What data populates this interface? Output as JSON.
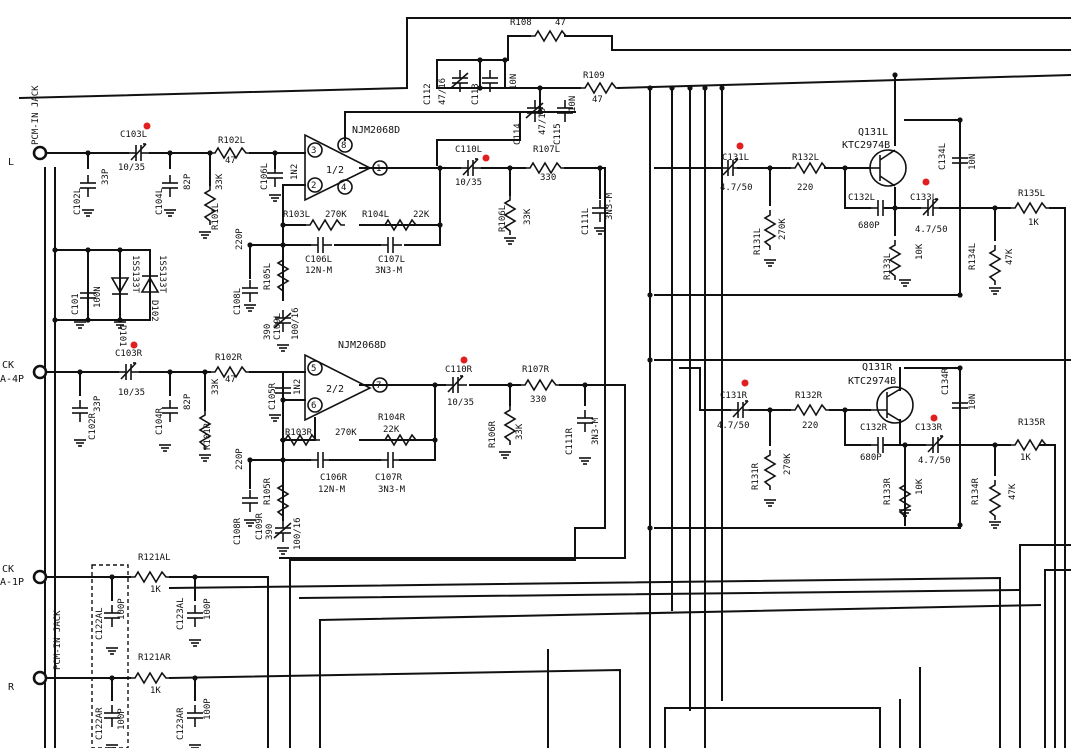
{
  "jacks": {
    "pcm_top": "PCM-IN JACK",
    "pcm_bottom": "PCM-IN JACK",
    "l": "L",
    "r": "R",
    "ck_a": "CK",
    "ck_a_sub": "A-4P",
    "ck_b": "CK",
    "ck_b_sub": "A-1P"
  },
  "ics": {
    "top_name": "NJM2068D",
    "top_section": "1/2",
    "bottom_name": "NJM2068D",
    "bottom_section": "2/2",
    "pins_top": [
      "3",
      "2",
      "8",
      "4",
      "1"
    ],
    "pins_bottom": [
      "5",
      "6",
      "7"
    ]
  },
  "transistors": {
    "q131l_ref": "Q131L",
    "q131l_type": "KTC2974B",
    "q131r_ref": "Q131R",
    "q131r_type": "KTC2974B"
  },
  "labels": [
    {
      "ref": "R108",
      "value": "47"
    },
    {
      "ref": "R109",
      "value": "47"
    },
    {
      "ref": "C112",
      "value": "47/16"
    },
    {
      "ref": "C113",
      "value": "10N"
    },
    {
      "ref": "C114",
      "value": "47/16"
    },
    {
      "ref": "C115",
      "value": "10N"
    },
    {
      "ref": "C103L",
      "value": "10/35"
    },
    {
      "ref": "R102L",
      "value": "47"
    },
    {
      "ref": "C102L",
      "value": "33P"
    },
    {
      "ref": "C104L",
      "value": "82P"
    },
    {
      "ref": "R101L",
      "value": "33K"
    },
    {
      "ref": "C106L",
      "value": "1N2"
    },
    {
      "ref": "C110L",
      "value": "10/35"
    },
    {
      "ref": "R107L",
      "value": "330"
    },
    {
      "ref": "R106L",
      "value": "33K"
    },
    {
      "ref": "C111L",
      "value": "3N3-M"
    },
    {
      "ref": "R103L",
      "value": "270K"
    },
    {
      "ref": "R104L",
      "value": "22K"
    },
    {
      "ref": "C106L",
      "value": "12N-M"
    },
    {
      "ref": "C107L",
      "value": "3N3-M"
    },
    {
      "ref": "C108L",
      "value": "220P"
    },
    {
      "ref": "R105L",
      "value": "390"
    },
    {
      "ref": "C109L",
      "value": "100/16"
    },
    {
      "ref": "C101",
      "value": "100N"
    },
    {
      "ref": "D101",
      "value": "1SS133T"
    },
    {
      "ref": "D102",
      "value": "1SS133T"
    },
    {
      "ref": "C103R",
      "value": "10/35"
    },
    {
      "ref": "R102R",
      "value": "47"
    },
    {
      "ref": "C102R",
      "value": "33P"
    },
    {
      "ref": "C104R",
      "value": "82P"
    },
    {
      "ref": "R101R",
      "value": "33K"
    },
    {
      "ref": "C105R",
      "value": "1N2"
    },
    {
      "ref": "C110R",
      "value": "10/35"
    },
    {
      "ref": "R107R",
      "value": "330"
    },
    {
      "ref": "R106R",
      "value": "33K"
    },
    {
      "ref": "C111R",
      "value": "3N3-M"
    },
    {
      "ref": "R103R",
      "value": "270K"
    },
    {
      "ref": "R104R",
      "value": "22K"
    },
    {
      "ref": "C106R",
      "value": "12N-M"
    },
    {
      "ref": "C107R",
      "value": "3N3-M"
    },
    {
      "ref": "C108R",
      "value": "220P"
    },
    {
      "ref": "R105R",
      "value": "390"
    },
    {
      "ref": "C109R",
      "value": "100/16"
    },
    {
      "ref": "C131L",
      "value": "4.7/50"
    },
    {
      "ref": "R132L",
      "value": "220"
    },
    {
      "ref": "R131L",
      "value": "270K"
    },
    {
      "ref": "C132L",
      "value": "680P"
    },
    {
      "ref": "C133L",
      "value": "4.7/50"
    },
    {
      "ref": "R133L",
      "value": "10K"
    },
    {
      "ref": "C134L",
      "value": "10N"
    },
    {
      "ref": "R134L",
      "value": "47K"
    },
    {
      "ref": "R135L",
      "value": "1K"
    },
    {
      "ref": "C131R",
      "value": "4.7/50"
    },
    {
      "ref": "R132R",
      "value": "220"
    },
    {
      "ref": "R131R",
      "value": "270K"
    },
    {
      "ref": "C132R",
      "value": "680P"
    },
    {
      "ref": "C133R",
      "value": "4.7/50"
    },
    {
      "ref": "R133R",
      "value": "10K"
    },
    {
      "ref": "C134R",
      "value": "10N"
    },
    {
      "ref": "R134R",
      "value": "47K"
    },
    {
      "ref": "R135R",
      "value": "1K"
    },
    {
      "ref": "R121AL",
      "value": "1K"
    },
    {
      "ref": "C122AL",
      "value": "100P"
    },
    {
      "ref": "C123AL",
      "value": "100P"
    },
    {
      "ref": "R121AR",
      "value": "1K"
    },
    {
      "ref": "C122AR",
      "value": "100P"
    },
    {
      "ref": "C123AR",
      "value": "100P"
    }
  ]
}
